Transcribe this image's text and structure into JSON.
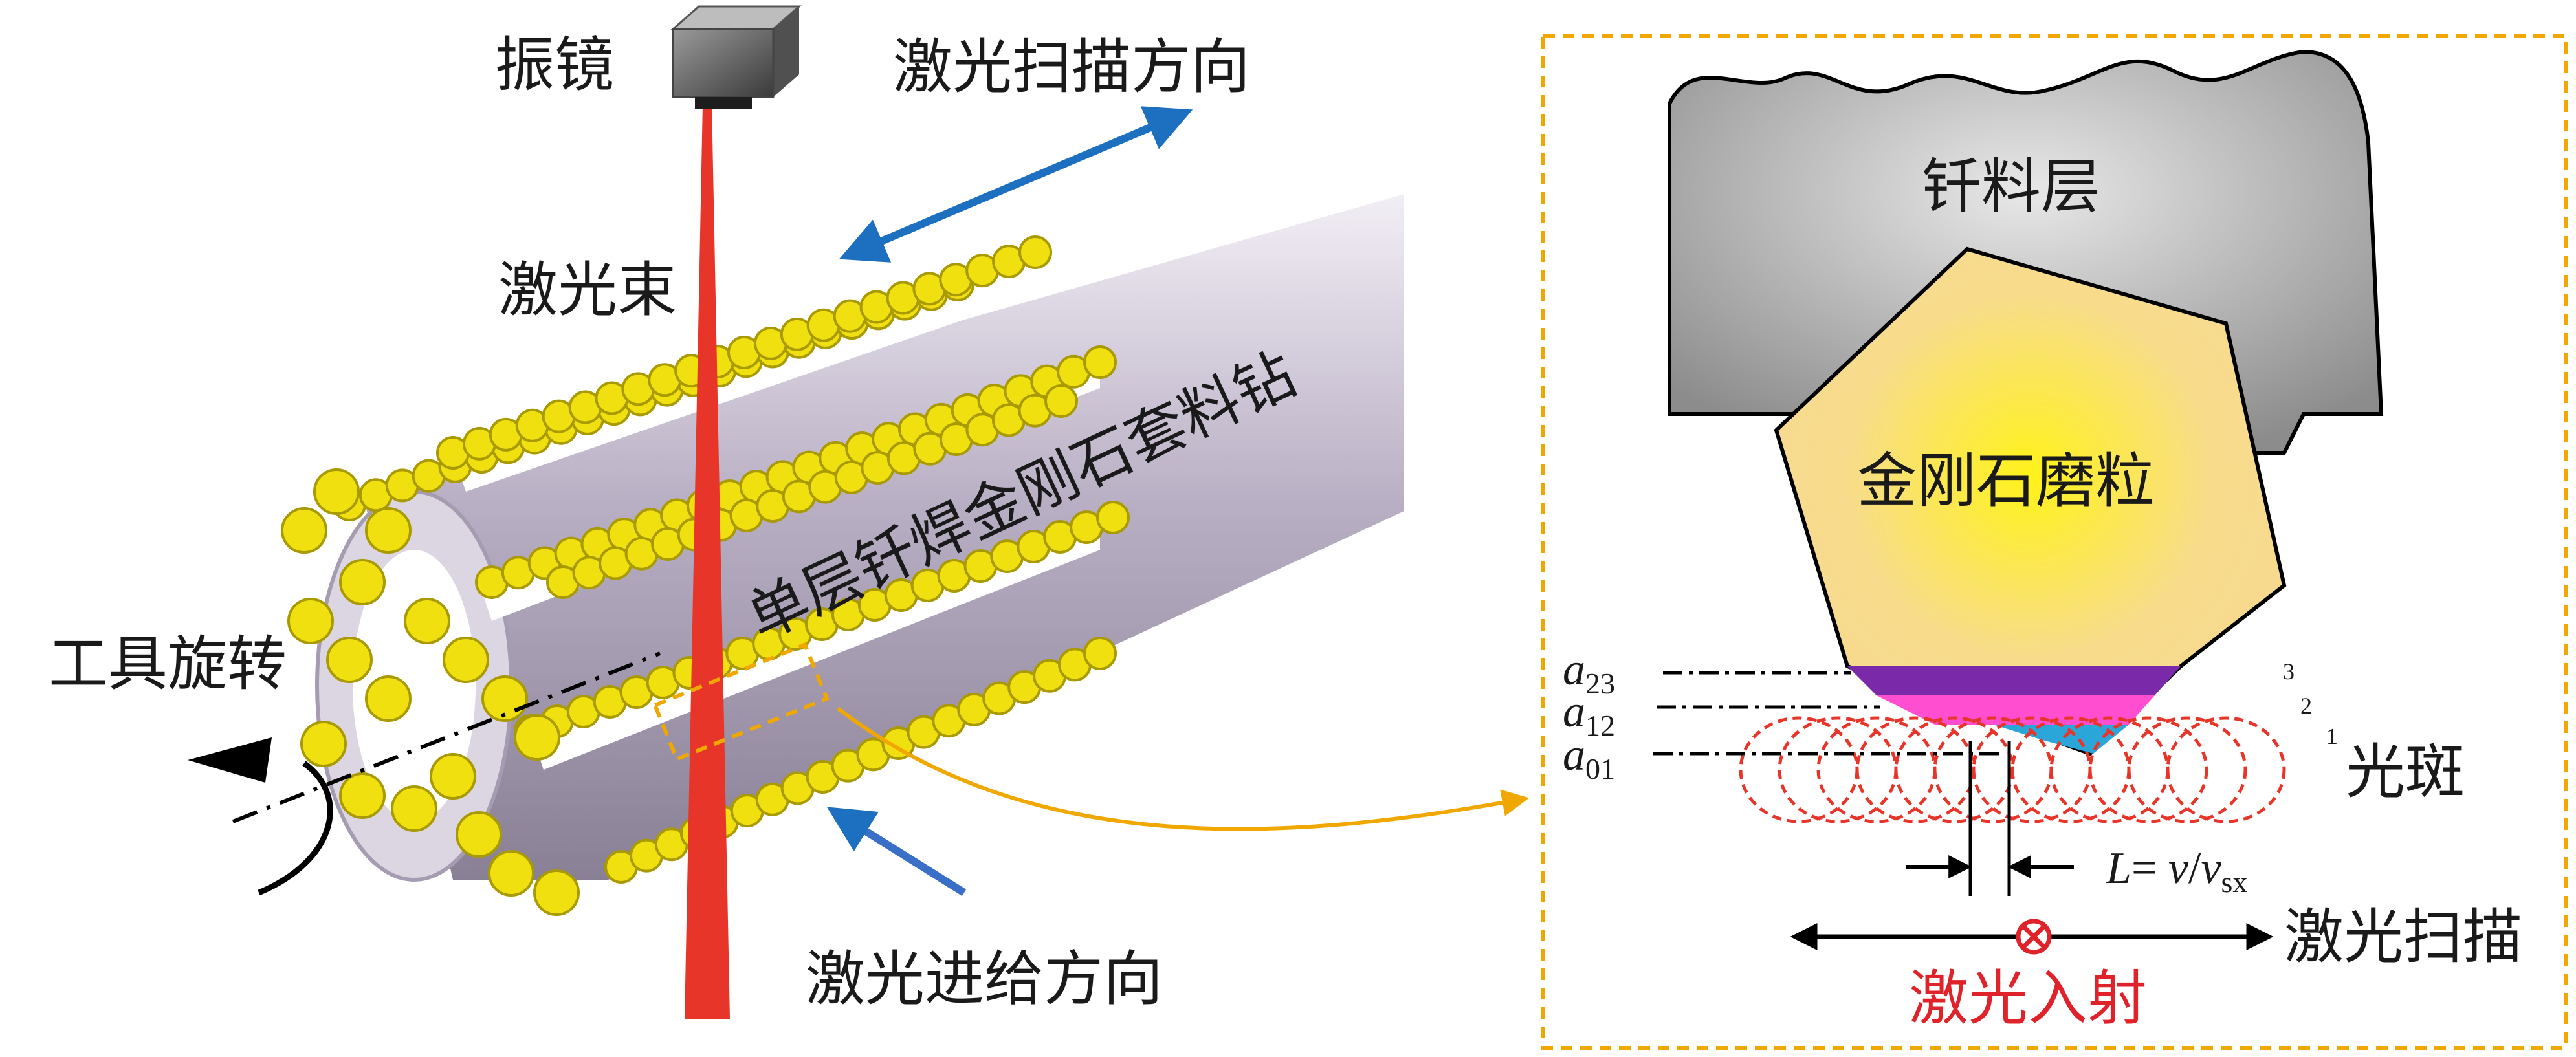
{
  "labels": {
    "galvo": "振镜",
    "scan_dir": "激光扫描方向",
    "beam": "激光束",
    "drill": "单层钎焊金刚石套料钻",
    "rotation": "工具旋转",
    "feed_dir": "激光进给方向",
    "braze_layer": "钎料层",
    "diamond": "金刚石磨粒",
    "spot": "光斑",
    "scan": "激光扫描",
    "incident": "激光入射"
  },
  "levels": {
    "a23": {
      "base": "a",
      "sub": "23"
    },
    "a12": {
      "base": "a",
      "sub": "12"
    },
    "a01": {
      "base": "a",
      "sub": "01"
    }
  },
  "layer_marks": [
    "3",
    "2",
    "1"
  ],
  "formula": {
    "L": "L",
    "eq": "= ",
    "v": "v",
    "slash": "/",
    "vsx_base": "v",
    "vsx_sub": "sx"
  },
  "colors": {
    "beam": "#e8352a",
    "grit": "#f0e010",
    "tube": "#c8bfd0",
    "arrow_blue": "#1d6fc0",
    "callout": "#f0a800",
    "laser_red": "#e0222a",
    "braze": "#b8b8b8",
    "diamond": "#f8dc8c",
    "layer3": "#7a2aa8",
    "layer2": "#ff4fd0",
    "layer1": "#2aa6d8"
  }
}
